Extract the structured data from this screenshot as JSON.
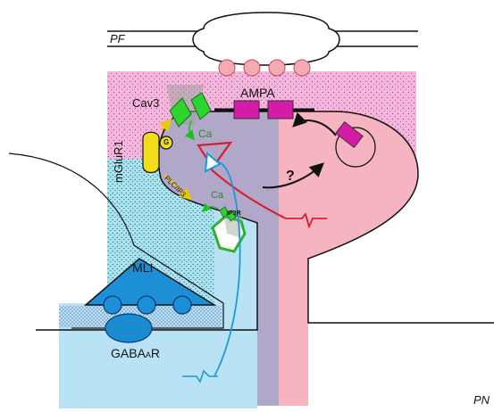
{
  "labels": {
    "pf": "PF",
    "pn": "PN",
    "cav3": "Cav3",
    "ampa": "AMPA",
    "ca_top": "Ca",
    "ca_mid": "Ca",
    "mglur1": "mGluR1",
    "g": "G",
    "plc_ip3": "PLC/IP3",
    "ip3r": "IP3R",
    "question": "?",
    "mli": "MLI",
    "gabaar_main": "GABA",
    "gabaar_sub": "A",
    "gabaar_end": "R"
  },
  "colors": {
    "stipple_pink": "#f3b6dc",
    "stipple_blue": "#a8e6ec",
    "light_blue": "#b9e3f4",
    "spine_gray": "#b1a8c9",
    "spine_pink": "#f5b4c0",
    "mli_blue": "#1c8fd6",
    "gaba_blue": "#1a8cd2",
    "ampa_magenta": "#d41ca8",
    "cav_green": "#2dd42d",
    "ip3r_green": "#2fb02f",
    "mglur_yellow": "#f2dd1a",
    "red_signal": "#d81e2a",
    "blue_signal": "#1a9ad6",
    "bouton_pink": "#f5a9b3"
  },
  "icons": [
    "bouton-vesicle-icon",
    "cav3-channel-icon",
    "ampa-receptor-icon",
    "mglur1-receptor-icon",
    "g-protein-icon",
    "ip3r-store-icon",
    "gabaar-receptor-icon",
    "red-spike-icon",
    "blue-spike-icon",
    "question-arrow-icon"
  ]
}
